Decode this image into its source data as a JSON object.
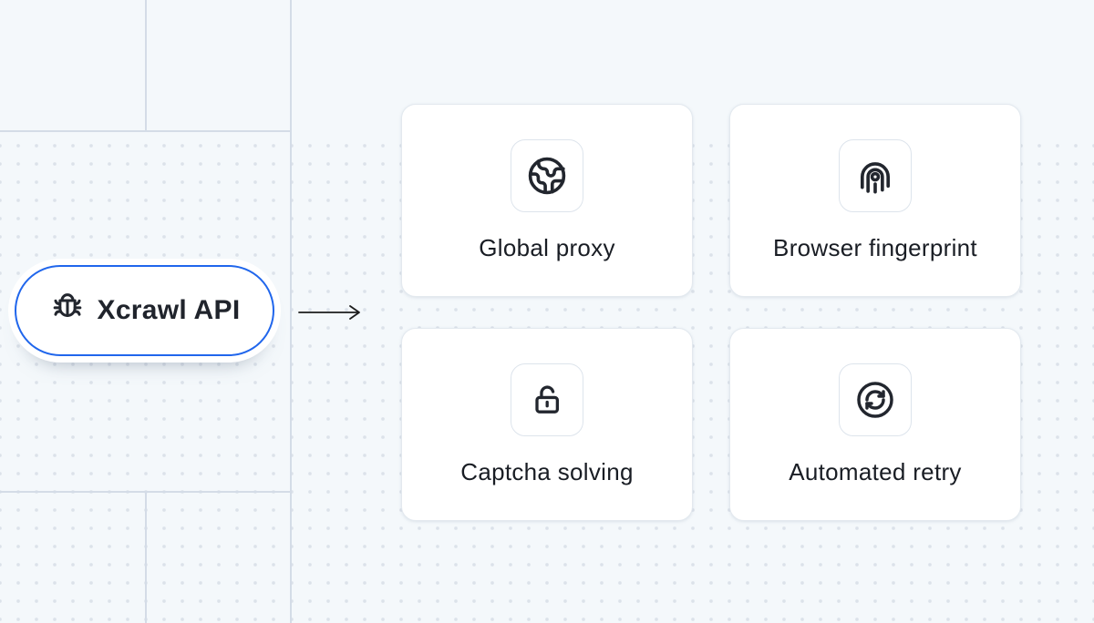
{
  "canvas": {
    "background_color": "#f4f8fb",
    "grid_line_color": "#d4dce7",
    "dot_color": "#dce2ea"
  },
  "source_node": {
    "label": "Xcrawl API",
    "icon": "bug-icon",
    "border_color": "#2066ec",
    "text_color": "#20242c"
  },
  "connector": {
    "type": "arrow-right",
    "color": "#1c1c1c"
  },
  "features": [
    {
      "label": "Global proxy",
      "icon": "globe-icon"
    },
    {
      "label": "Browser fingerprint",
      "icon": "fingerprint-icon"
    },
    {
      "label": "Captcha solving",
      "icon": "unlock-icon"
    },
    {
      "label": "Automated retry",
      "icon": "refresh-icon"
    }
  ]
}
